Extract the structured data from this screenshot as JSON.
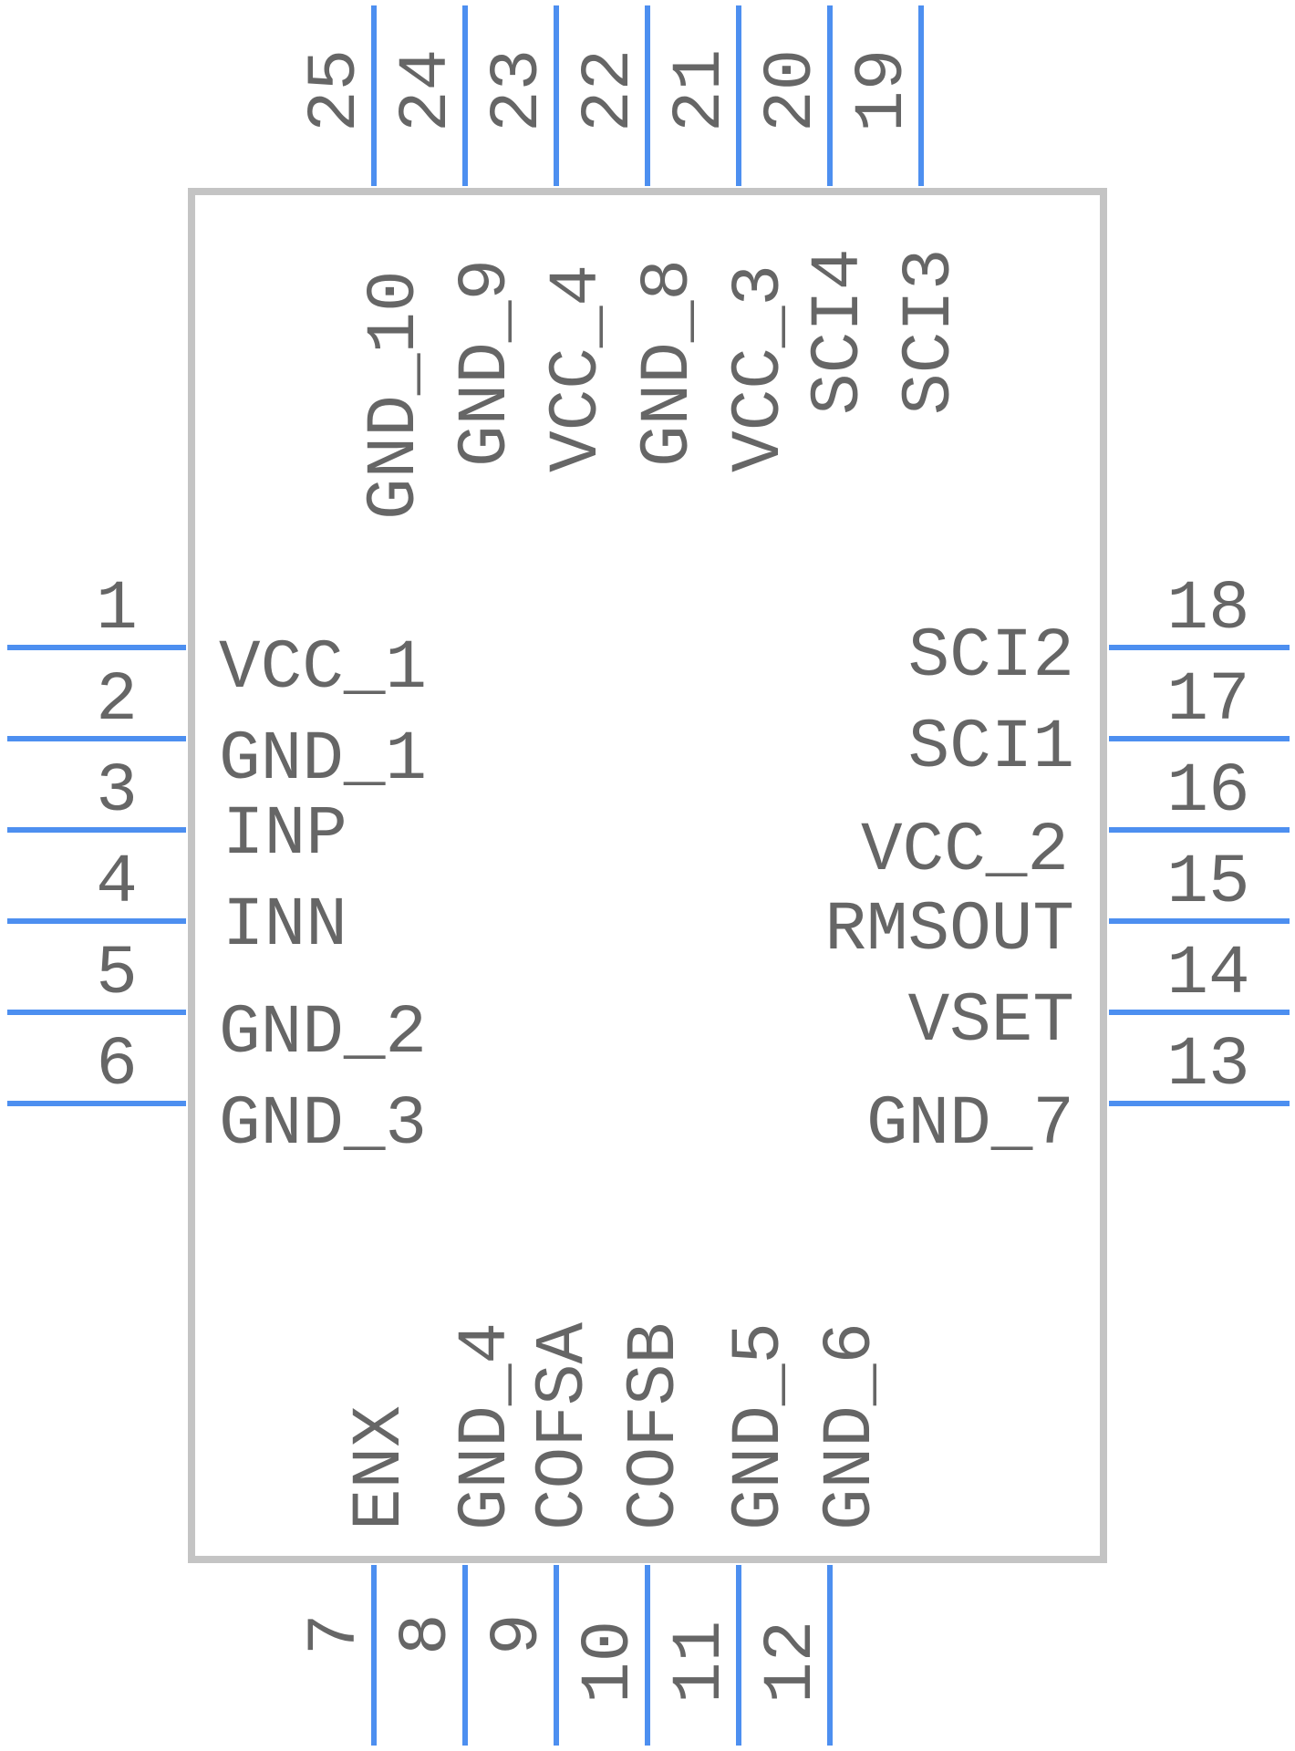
{
  "component": {
    "left_pins": [
      {
        "number": "1",
        "name": "VCC_1"
      },
      {
        "number": "2",
        "name": "GND_1"
      },
      {
        "number": "3",
        "name": "INP"
      },
      {
        "number": "4",
        "name": "INN"
      },
      {
        "number": "5",
        "name": "GND_2"
      },
      {
        "number": "6",
        "name": "GND_3"
      }
    ],
    "right_pins": [
      {
        "number": "18",
        "name": "SCI2"
      },
      {
        "number": "17",
        "name": "SCI1"
      },
      {
        "number": "16",
        "name": "VCC_2"
      },
      {
        "number": "15",
        "name": "RMSOUT"
      },
      {
        "number": "14",
        "name": "VSET"
      },
      {
        "number": "13",
        "name": "GND_7"
      }
    ],
    "top_pins": [
      {
        "number": "25",
        "name": "GND_10"
      },
      {
        "number": "24",
        "name": "GND_9"
      },
      {
        "number": "23",
        "name": "VCC_4"
      },
      {
        "number": "22",
        "name": "GND_8"
      },
      {
        "number": "21",
        "name": "VCC_3"
      },
      {
        "number": "20",
        "name": "SCI4"
      },
      {
        "number": "19",
        "name": "SCI3"
      }
    ],
    "bottom_pins": [
      {
        "number": "7",
        "name": "ENX"
      },
      {
        "number": "8",
        "name": "GND_4"
      },
      {
        "number": "9",
        "name": "COFSA"
      },
      {
        "number": "10",
        "name": "COFSB"
      },
      {
        "number": "11",
        "name": "GND_5"
      },
      {
        "number": "12",
        "name": "GND_6"
      }
    ]
  },
  "colors": {
    "pin": "#4d8ff0",
    "body_outline": "#c4c4c4",
    "text": "#666666"
  }
}
